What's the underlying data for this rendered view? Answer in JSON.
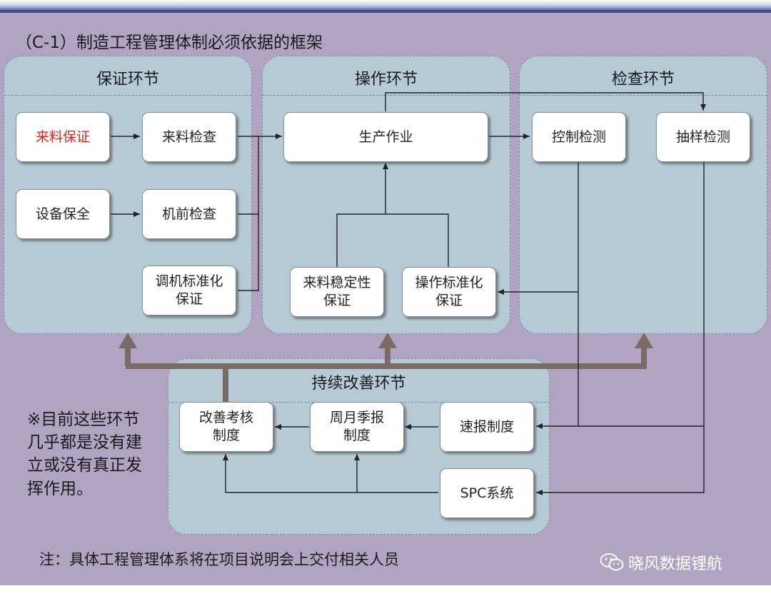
{
  "title": "（C-1）制造工程管理体制必须依据的框架",
  "panels": {
    "guarantee": "保证环节",
    "operation": "操作环节",
    "inspection": "检查环节",
    "improvement": "持续改善环节"
  },
  "nodes": {
    "material_guarantee": "来料保证",
    "material_check": "来料检查",
    "equipment_guarantee": "设备保全",
    "premachine_check": "机前检查",
    "setup_standard": "调机标准化\n保证",
    "production": "生产作业",
    "material_stability": "来料稳定性\n保证",
    "operation_standard": "操作标准化\n保证",
    "control_test": "控制检测",
    "sampling_test": "抽样检测",
    "improvement_review": "改善考核\n制度",
    "weekly_monthly_report": "周月季报\n制度",
    "quick_report": "速报制度",
    "spc_system": "SPC系统"
  },
  "left_note": "※目前这些环节几乎都是没有建立或没有真正发挥作用。",
  "footnote": "注：具体工程管理体系将在项目说明会上交付相关人员",
  "watermark": "晓风数据锂航",
  "colors": {
    "background": "#b0a4c2",
    "panel": "#b6cad6",
    "node": "#ffffff",
    "highlight_text": "#e0221c",
    "feedback_arrow": "#7b6b66"
  },
  "icons": {
    "watermark": "wechat-icon"
  }
}
